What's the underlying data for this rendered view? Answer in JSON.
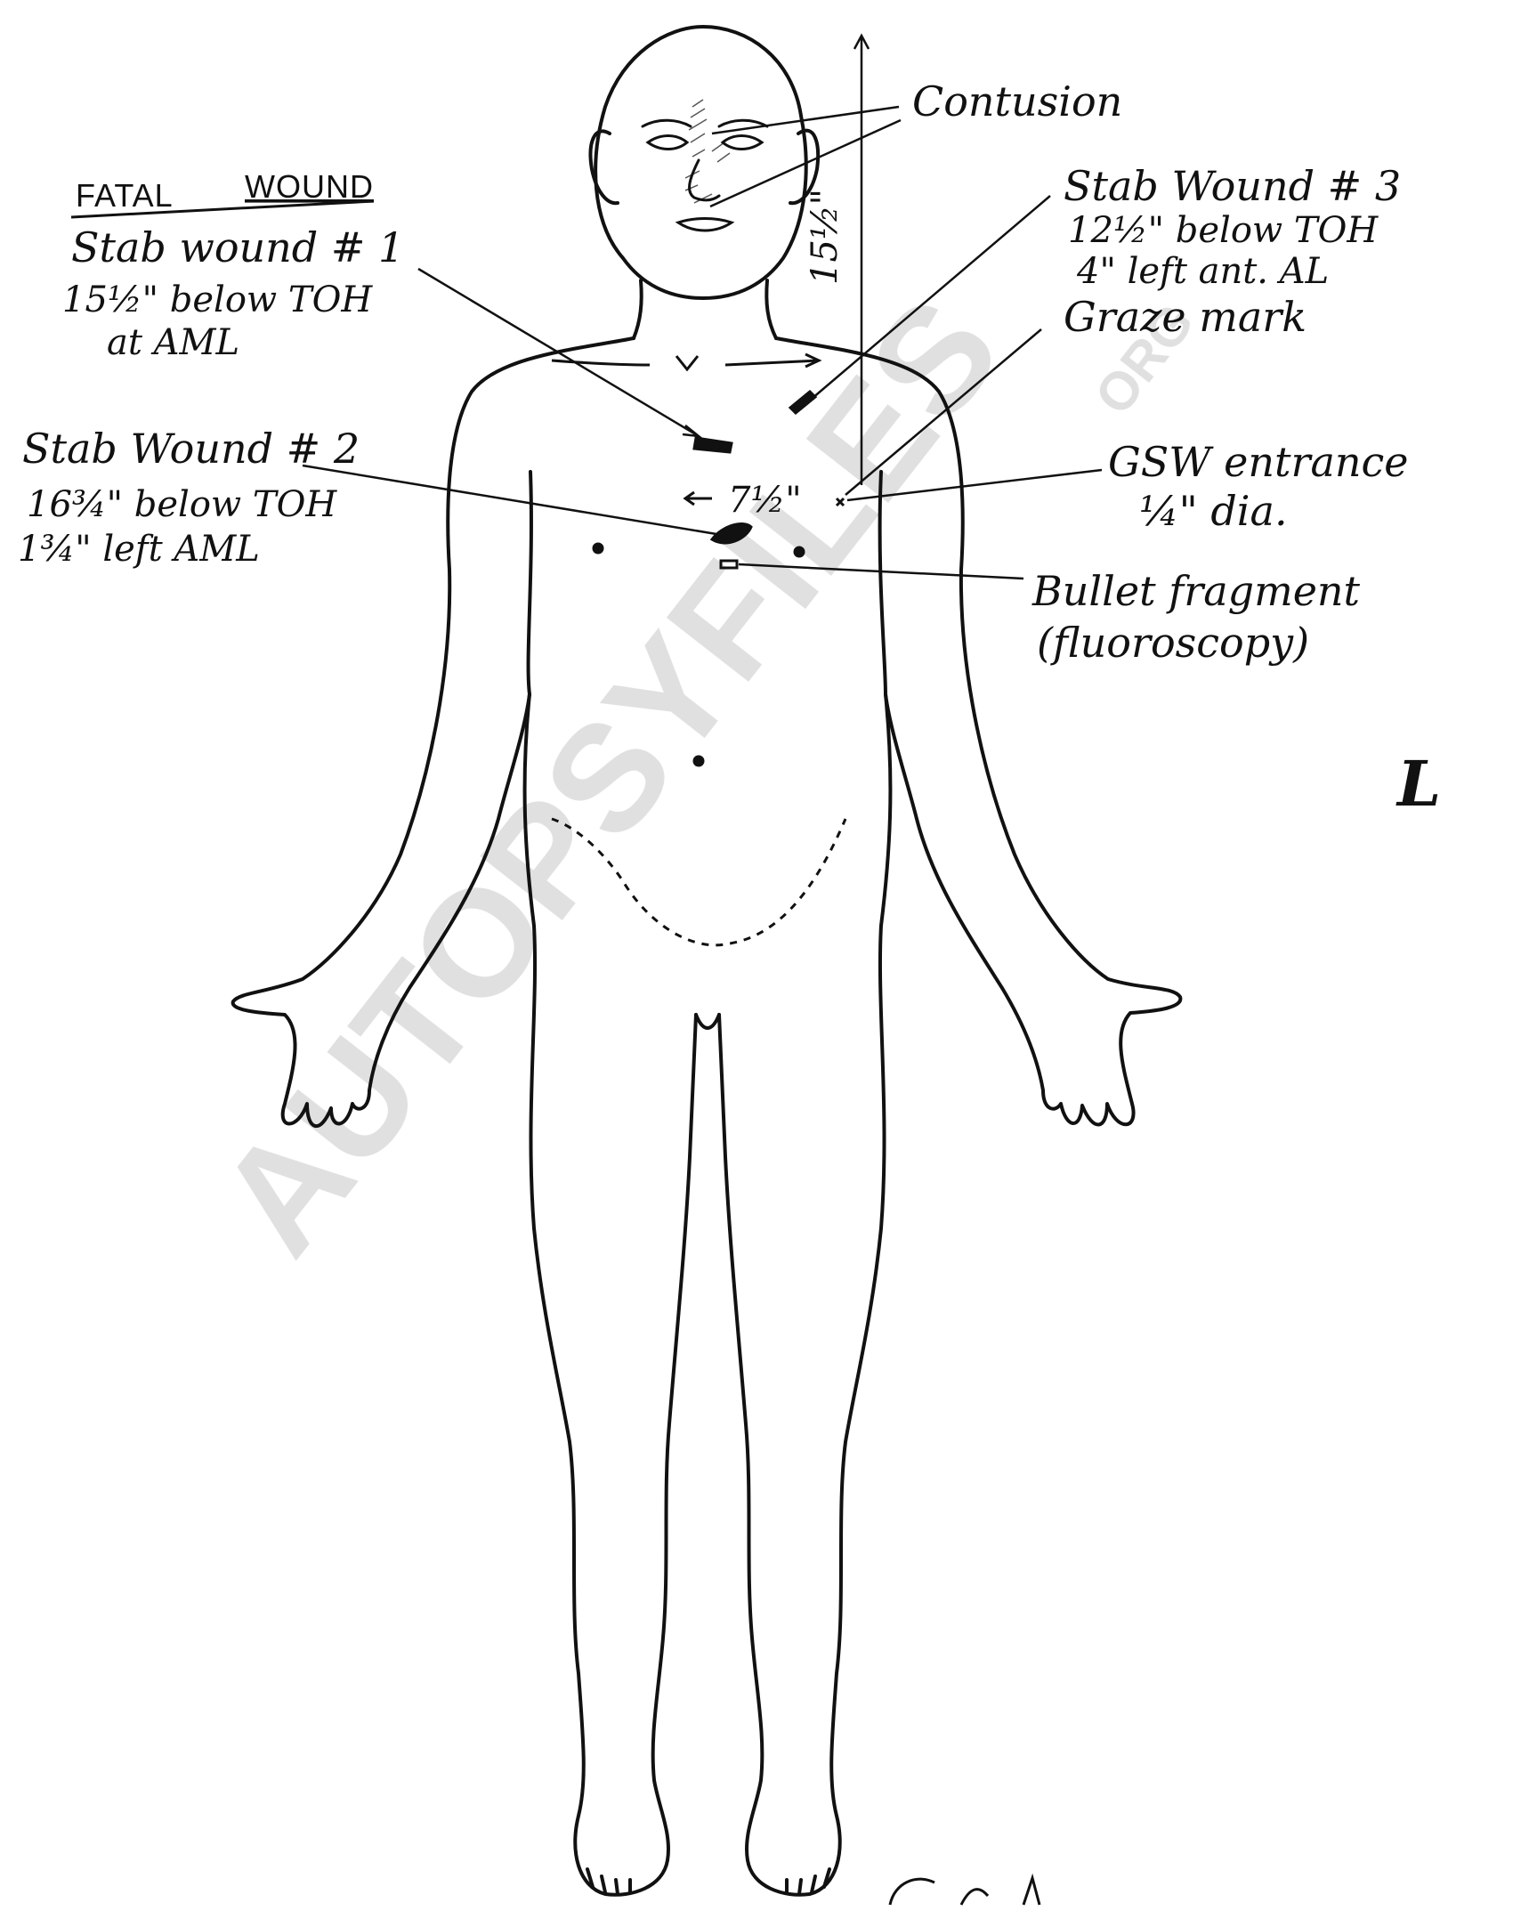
{
  "annotations": {
    "contusion": "Contusion",
    "fatal_heading_1": "FATAL",
    "fatal_heading_2": "WOUND",
    "stab1": {
      "title": "Stab wound # 1",
      "line1": "15½\" below TOH",
      "line2": "at AML"
    },
    "stab2": {
      "title": "Stab Wound # 2",
      "line1": "16¾\" below TOH",
      "line2": "1¾\" left AML"
    },
    "stab3": {
      "title": "Stab Wound # 3",
      "line1": "12½\" below TOH",
      "line2": "4\" left ant. AL"
    },
    "graze": "Graze mark",
    "gsw": {
      "line1": "GSW entrance",
      "line2": "¼\" dia."
    },
    "bullet": {
      "line1": "Bullet fragment",
      "line2": "(fluoroscopy)"
    },
    "vertical_measure": "15½\"",
    "horizontal_measure": "7½\"",
    "side_marker": "L"
  },
  "watermark": {
    "text": "AUTOPSYFILES",
    "suffix": "ORG",
    "color": "#c0392b"
  },
  "colors": {
    "ink": "#111111",
    "paper": "#ffffff",
    "watermark": "#c0392b"
  }
}
